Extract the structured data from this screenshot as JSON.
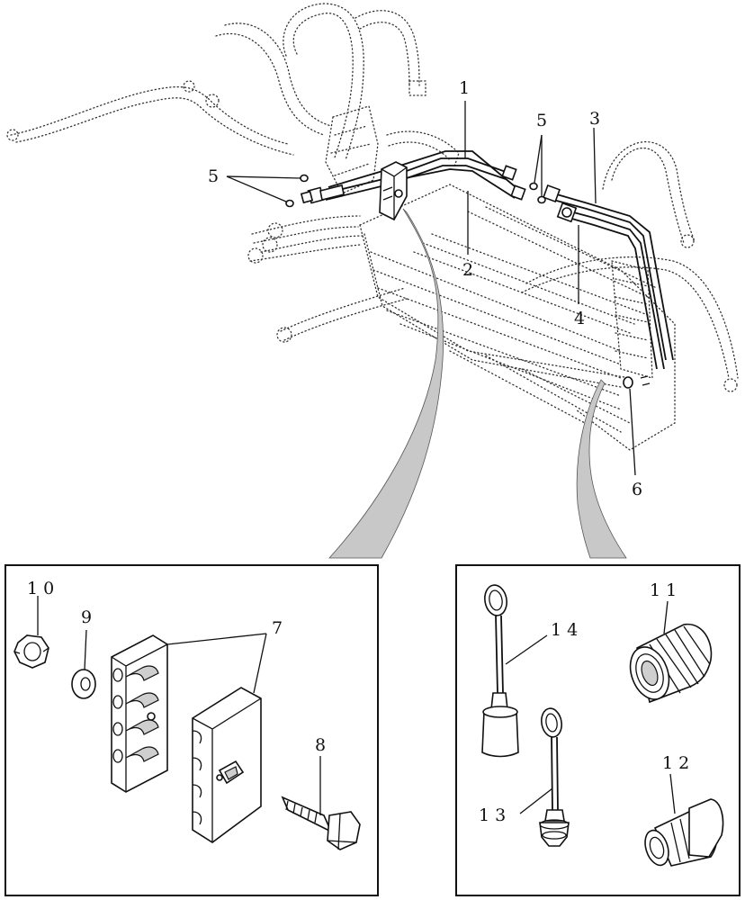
{
  "callouts": {
    "c1": "1",
    "c2": "2",
    "c3": "3",
    "c4": "4",
    "c5a": "5",
    "c5b": "5",
    "c6": "6",
    "c7": "7",
    "c8": "8",
    "c9": "9",
    "c10": "1 0",
    "c11": "1 1",
    "c12": "1 2",
    "c13": "1 3",
    "c14": "1 4"
  }
}
